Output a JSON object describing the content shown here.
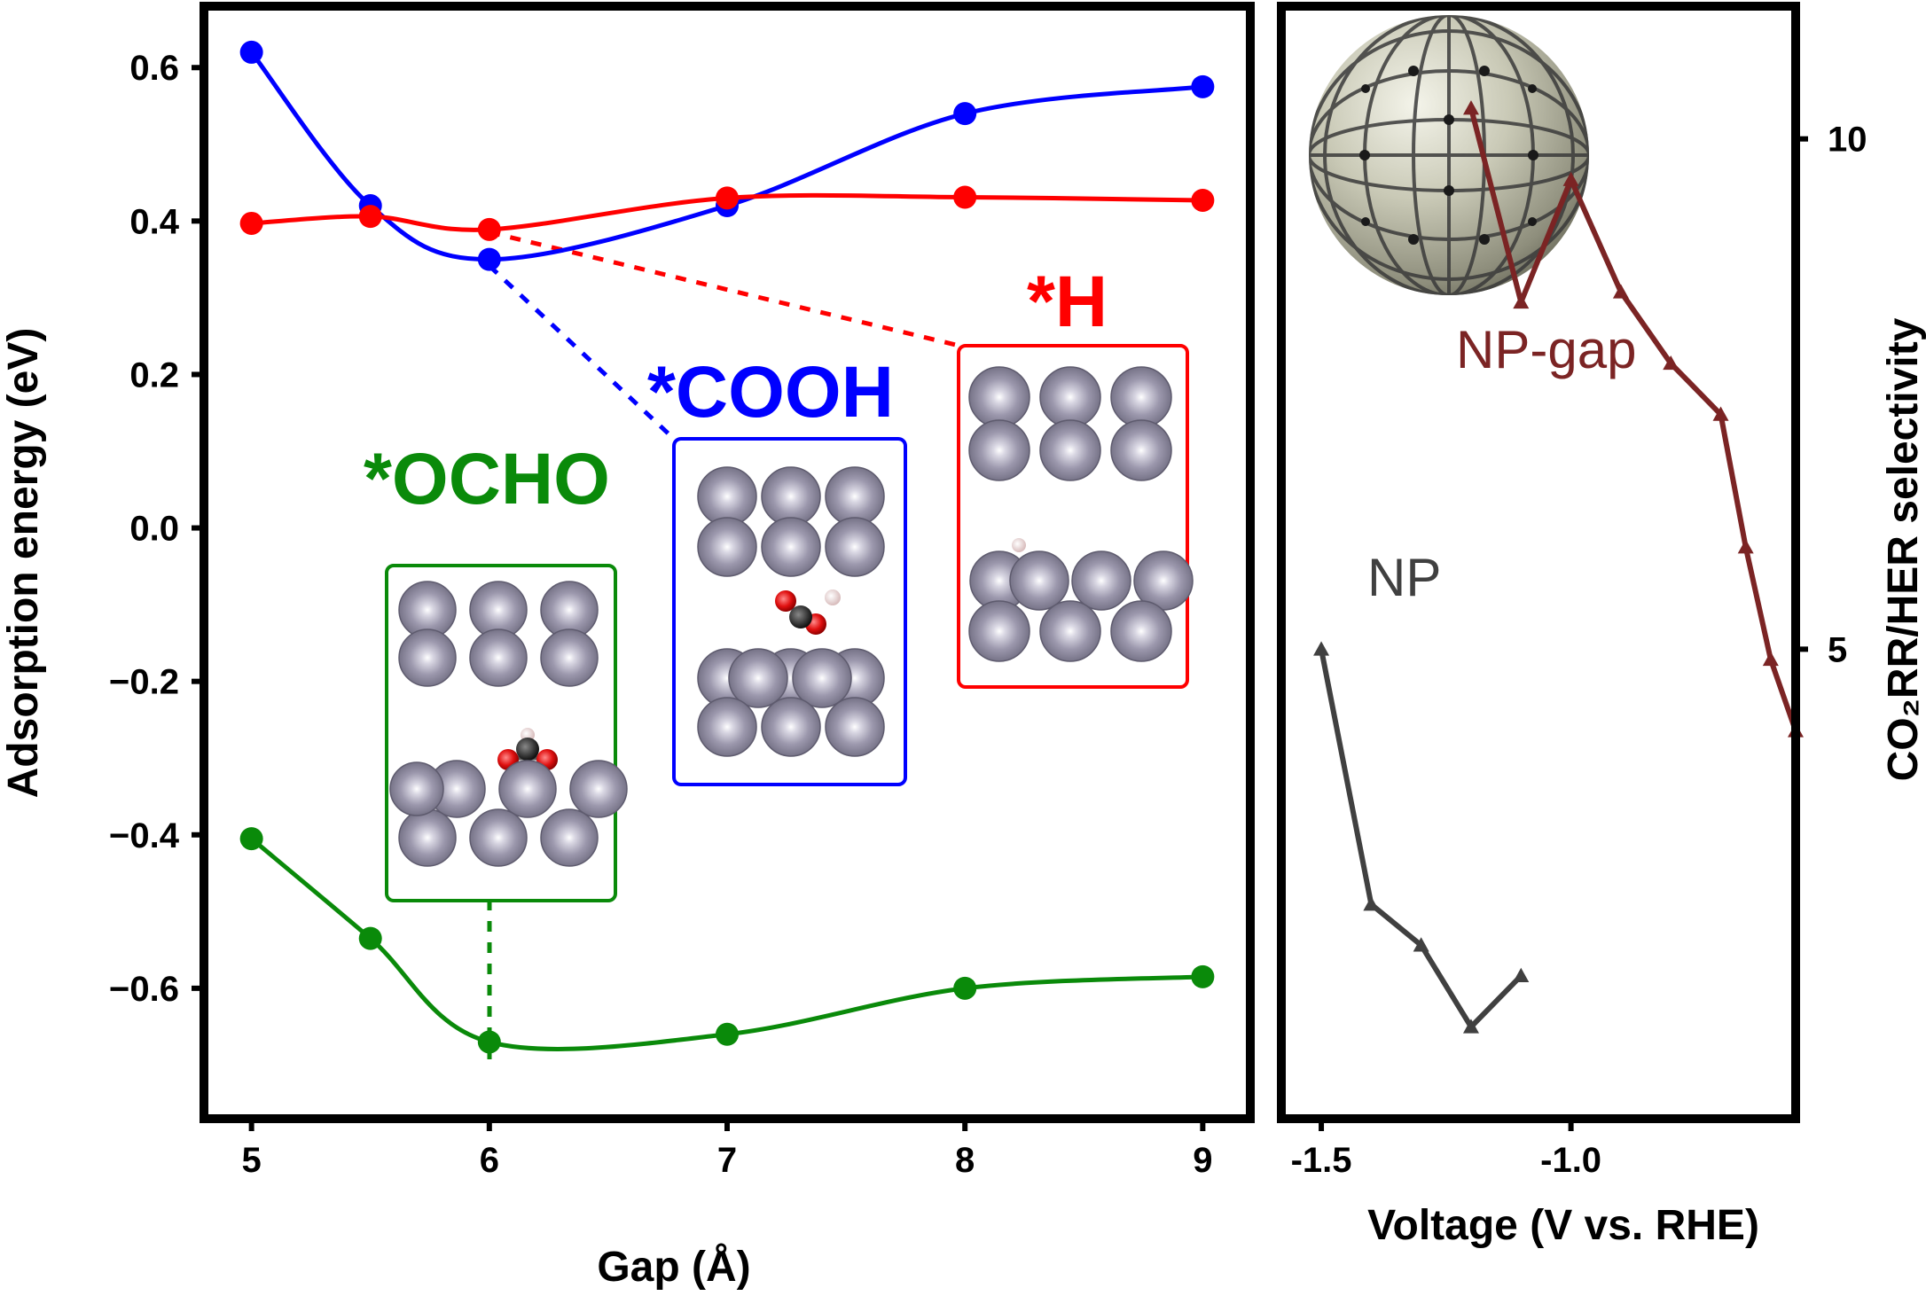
{
  "chart_data": [
    {
      "type": "line",
      "xlabel": "Gap (Å)",
      "ylabel": "Adsorption energy (eV)",
      "xlim": [
        4.8,
        9.2
      ],
      "ylim": [
        -0.77,
        0.68
      ],
      "x_ticks": [
        5,
        6,
        7,
        8,
        9
      ],
      "y_ticks": [
        0.6,
        0.4,
        0.2,
        0.0,
        -0.2,
        -0.4,
        -0.6
      ],
      "y_tick_labels": [
        "0.6",
        "0.4",
        "0.2",
        "0.0",
        "−0.2",
        "−0.4",
        "−0.6"
      ],
      "grid": false,
      "series": [
        {
          "name": "*COOH",
          "color": "#0000ff",
          "x": [
            5,
            5.5,
            6,
            7,
            8,
            9
          ],
          "y": [
            0.62,
            0.42,
            0.35,
            0.42,
            0.54,
            0.575
          ]
        },
        {
          "name": "*H",
          "color": "#ff0000",
          "x": [
            5,
            5.5,
            6,
            7,
            8,
            9
          ],
          "y": [
            0.397,
            0.406,
            0.389,
            0.43,
            0.431,
            0.427
          ]
        },
        {
          "name": "*OCHO",
          "color": "#0a8a0a",
          "x": [
            5,
            5.5,
            6,
            7,
            8,
            9
          ],
          "y": [
            -0.405,
            -0.535,
            -0.67,
            -0.66,
            -0.6,
            -0.585
          ]
        }
      ],
      "annotations": [
        {
          "text": "*OCHO",
          "color": "#0a8a0a"
        },
        {
          "text": "*COOH",
          "color": "#0000ff"
        },
        {
          "text": "*H",
          "color": "#ff0000"
        }
      ]
    },
    {
      "type": "line",
      "xlabel": "Voltage (V vs. RHE)",
      "ylabel": "CO₂RR/HER selectivity",
      "xlim": [
        -1.58,
        -0.55
      ],
      "ylim": [
        0.4,
        11.3
      ],
      "x_ticks": [
        -1.5,
        -1.0
      ],
      "x_tick_labels": [
        "-1.5",
        "-1.0"
      ],
      "y_ticks": [
        10,
        5
      ],
      "y_tick_labels": [
        "10",
        "5"
      ],
      "grid": false,
      "series": [
        {
          "name": "NP-gap",
          "color": "#7b2424",
          "x": [
            -1.2,
            -1.1,
            -1.0,
            -0.9,
            -0.8,
            -0.7,
            -0.65,
            -0.6,
            -0.55
          ],
          "y": [
            10.3,
            8.4,
            9.6,
            8.5,
            7.8,
            7.3,
            6.0,
            4.9,
            4.2
          ]
        },
        {
          "name": "NP",
          "color": "#404040",
          "x": [
            -1.5,
            -1.4,
            -1.3,
            -1.2,
            -1.1
          ],
          "y": [
            5.0,
            2.5,
            2.1,
            1.3,
            1.8
          ]
        }
      ],
      "annotations": [
        {
          "text": "NP-gap",
          "color": "#7b2424"
        },
        {
          "text": "NP",
          "color": "#404040"
        }
      ]
    }
  ],
  "insets": {
    "ocho": {
      "color": "#0a8a0a"
    },
    "cooh": {
      "color": "#0000ff"
    },
    "h": {
      "color": "#ff0000"
    },
    "atom_color": "#9c98ad",
    "carbon_color": "#333333",
    "oxygen_color": "#e01010",
    "hydrogen_color": "#f2dede"
  },
  "nanoparticle": {
    "color": "#c9c9b6",
    "edge_color": "#3a3a3a"
  }
}
